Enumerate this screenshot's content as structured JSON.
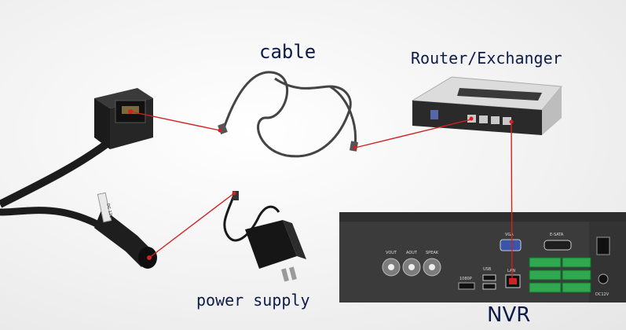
{
  "labels": {
    "cable": "cable",
    "router": "Router/Exchanger",
    "power_supply": "power supply",
    "nvr": "NVR"
  },
  "nvr_panel": {
    "vout": "VOUT",
    "aout": "AOUT",
    "speak": "SPEAK",
    "vga": "VGA",
    "esata": "E-SATA",
    "hdmi": "1080P",
    "usb": "USB",
    "lan": "LAN",
    "dc": "DC12V"
  },
  "pigtail_tag": "DC 12V",
  "colors": {
    "connector_line": "#d42020",
    "label_text": "#0d1b4a",
    "device_dark": "#2b2b2b",
    "nvr_panel": "#3a3a3a",
    "terminal_green": "#2fa84f"
  }
}
